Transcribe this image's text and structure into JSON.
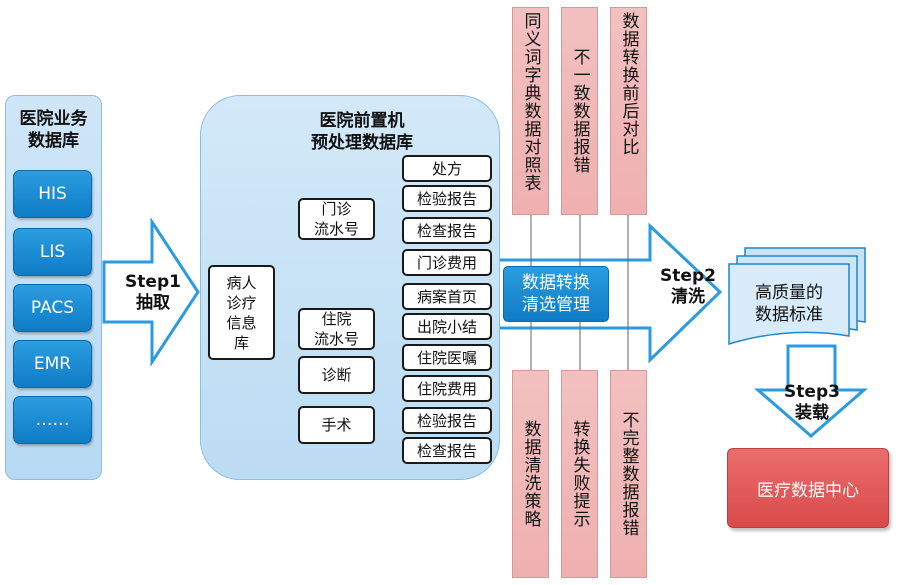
{
  "hospital_db": {
    "title_line1": "医院业务",
    "title_line2": "数据库",
    "systems": [
      "HIS",
      "LIS",
      "PACS",
      "EMR",
      "……"
    ]
  },
  "step1": {
    "line1": "Step1",
    "line2": "抽取"
  },
  "preprocess_db": {
    "title_line1": "医院前置机",
    "title_line2": "预处理数据库",
    "root": [
      "病人",
      "诊疗",
      "信息",
      "库"
    ],
    "outpatient": {
      "line1": "门诊",
      "line2": "流水号",
      "children": [
        "处方",
        "检验报告",
        "检查报告",
        "门诊费用"
      ]
    },
    "inpatient": {
      "line1": "住院",
      "line2": "流水号",
      "children": [
        "病案首页",
        "出院小结",
        "住院医嘱",
        "住院费用",
        "检验报告",
        "检查报告"
      ]
    },
    "diagnosis": "诊断",
    "surgery": "手术"
  },
  "top_boxes": [
    "同义词字典数据对照表",
    "不一致数据报错",
    "数据转换前后对比"
  ],
  "bottom_boxes": [
    "数据清洗策略",
    "转换失败提示",
    "不完整数据报错"
  ],
  "center_mgmt": {
    "line1": "数据转换",
    "line2": "清选管理"
  },
  "step2": {
    "line1": "Step2",
    "line2": "清洗"
  },
  "quality_data": {
    "line1": "高质量的",
    "line2": "数据标准"
  },
  "step3": {
    "line1": "Step3",
    "line2": "装载"
  },
  "data_center": "医疗数据中心",
  "colors": {
    "blue": "#1485d0",
    "panel": "#c6e0f5",
    "red_box": "#f1b9b9",
    "red_center": "#e05858"
  }
}
